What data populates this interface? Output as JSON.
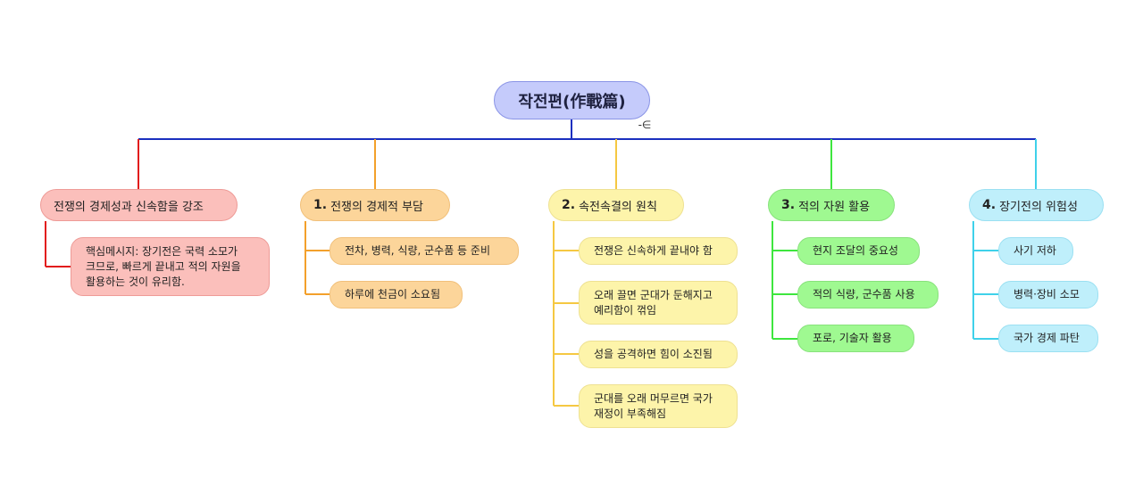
{
  "root": {
    "label": "작전편(作戰篇)"
  },
  "collapse_icon": "collapse-toggle-icon",
  "colors": {
    "root_line": "#1a2fbf",
    "red": "#e21b1b",
    "orange": "#f3a02b",
    "yellow": "#f5c842",
    "green": "#3ee63e",
    "cyan": "#3fd1ea"
  },
  "branches": [
    {
      "label": "전쟁의 경제성과 신속함을 강조",
      "children": [
        {
          "lines": [
            "핵심메시지: 장기전은 국력 소모가",
            "크므로, 빠르게 끝내고 적의 자원을",
            "활용하는 것이 유리함."
          ]
        }
      ]
    },
    {
      "number": "1.",
      "label": "전쟁의 경제적 부담",
      "children": [
        {
          "lines": [
            "전차, 병력, 식량, 군수품 등 준비"
          ]
        },
        {
          "lines": [
            "하루에 천금이 소요됨"
          ]
        }
      ]
    },
    {
      "number": "2.",
      "label": "속전속결의 원칙",
      "children": [
        {
          "lines": [
            "전쟁은 신속하게 끝내야 함"
          ]
        },
        {
          "lines": [
            "오래 끌면 군대가 둔해지고",
            "예리함이 꺾임"
          ]
        },
        {
          "lines": [
            "성을 공격하면 힘이 소진됨"
          ]
        },
        {
          "lines": [
            "군대를 오래 머무르면 국가",
            "재정이 부족해짐"
          ]
        }
      ]
    },
    {
      "number": "3.",
      "label": "적의 자원 활용",
      "children": [
        {
          "lines": [
            "현지 조달의 중요성"
          ]
        },
        {
          "lines": [
            "적의 식량, 군수품 사용"
          ]
        },
        {
          "lines": [
            "포로, 기술자 활용"
          ]
        }
      ]
    },
    {
      "number": "4.",
      "label": "장기전의 위험성",
      "children": [
        {
          "lines": [
            "사기 저하"
          ]
        },
        {
          "lines": [
            "병력·장비 소모"
          ]
        },
        {
          "lines": [
            "국가 경제 파탄"
          ]
        }
      ]
    }
  ]
}
